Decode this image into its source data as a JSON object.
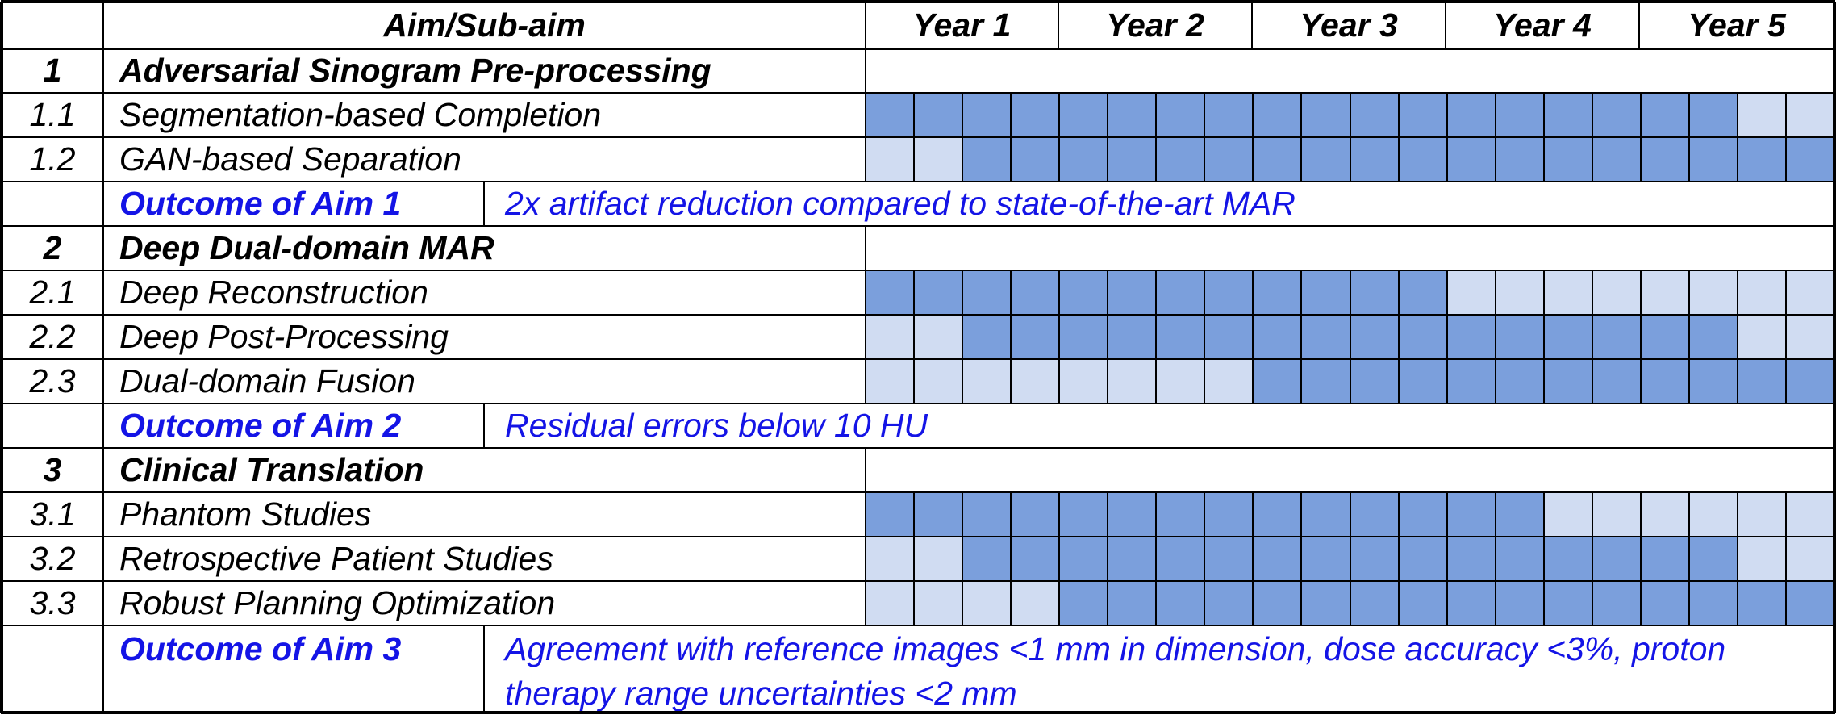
{
  "header": {
    "aim_label": "Aim/Sub-aim",
    "years": [
      "Year 1",
      "Year 2",
      "Year 3",
      "Year 4",
      "Year 5"
    ]
  },
  "rows": [
    {
      "kind": "aim",
      "num": "1",
      "label": "Adversarial Sinogram Pre-processing"
    },
    {
      "kind": "task",
      "num": "1.1",
      "label": "Segmentation-based Completion",
      "active": [
        1,
        1,
        1,
        1,
        1,
        1,
        1,
        1,
        1,
        1,
        1,
        1,
        1,
        1,
        1,
        1,
        1,
        1,
        0,
        0
      ]
    },
    {
      "kind": "task",
      "num": "1.2",
      "label": "GAN-based Separation",
      "active": [
        0,
        0,
        1,
        1,
        1,
        1,
        1,
        1,
        1,
        1,
        1,
        1,
        1,
        1,
        1,
        1,
        1,
        1,
        1,
        1
      ]
    },
    {
      "kind": "outcome",
      "label": "Outcome of Aim 1",
      "text": "2x artifact reduction compared to state-of-the-art MAR"
    },
    {
      "kind": "aim",
      "num": "2",
      "label": "Deep Dual-domain MAR"
    },
    {
      "kind": "task",
      "num": "2.1",
      "label": "Deep Reconstruction",
      "active": [
        1,
        1,
        1,
        1,
        1,
        1,
        1,
        1,
        1,
        1,
        1,
        1,
        0,
        0,
        0,
        0,
        0,
        0,
        0,
        0
      ]
    },
    {
      "kind": "task",
      "num": "2.2",
      "label": "Deep Post-Processing",
      "active": [
        0,
        0,
        1,
        1,
        1,
        1,
        1,
        1,
        1,
        1,
        1,
        1,
        1,
        1,
        1,
        1,
        1,
        1,
        0,
        0
      ]
    },
    {
      "kind": "task",
      "num": "2.3",
      "label": "Dual-domain Fusion",
      "active": [
        0,
        0,
        0,
        0,
        0,
        0,
        0,
        0,
        1,
        1,
        1,
        1,
        1,
        1,
        1,
        1,
        1,
        1,
        1,
        1
      ]
    },
    {
      "kind": "outcome",
      "label": "Outcome of Aim 2",
      "text": "Residual errors below 10 HU"
    },
    {
      "kind": "aim",
      "num": "3",
      "label": "Clinical Translation"
    },
    {
      "kind": "task",
      "num": "3.1",
      "label": "Phantom Studies",
      "active": [
        1,
        1,
        1,
        1,
        1,
        1,
        1,
        1,
        1,
        1,
        1,
        1,
        1,
        1,
        0,
        0,
        0,
        0,
        0,
        0
      ]
    },
    {
      "kind": "task",
      "num": "3.2",
      "label": "Retrospective Patient Studies",
      "active": [
        0,
        0,
        1,
        1,
        1,
        1,
        1,
        1,
        1,
        1,
        1,
        1,
        1,
        1,
        1,
        1,
        1,
        1,
        0,
        0
      ]
    },
    {
      "kind": "task",
      "num": "3.3",
      "label": "Robust Planning Optimization",
      "active": [
        0,
        0,
        0,
        0,
        1,
        1,
        1,
        1,
        1,
        1,
        1,
        1,
        1,
        1,
        1,
        1,
        1,
        1,
        1,
        1
      ]
    },
    {
      "kind": "outcome",
      "label": "Outcome of Aim 3",
      "text": "Agreement with reference images <1 mm in dimension, dose accuracy <3%, proton therapy range uncertainties <2 mm",
      "multiline": true
    }
  ],
  "colors": {
    "active": "#7b9fdc",
    "inactive": "#d0dcf2",
    "outcome": "#1414e6",
    "grid": "#000000"
  }
}
